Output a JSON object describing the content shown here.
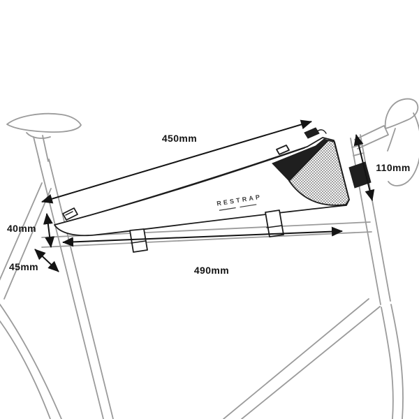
{
  "diagram": {
    "type": "product-dimension-line-drawing",
    "subject": "top tube bag mounted on bicycle frame",
    "brand": "RESTRAP",
    "dimensions": {
      "top_length": "450mm",
      "head_tube_height": "110mm",
      "rear_height": "40mm",
      "rear_width": "45mm",
      "base_length": "490mm"
    },
    "colors": {
      "background": "#ffffff",
      "bike_line": "#9b9b9b",
      "bag_line": "#1c1c1c",
      "dimension_line": "#141414"
    }
  }
}
